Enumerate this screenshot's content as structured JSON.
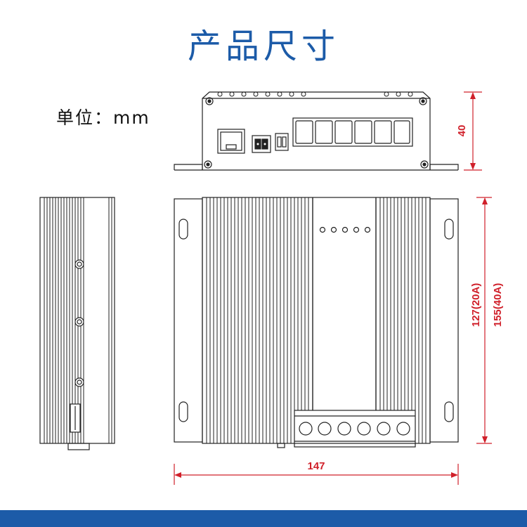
{
  "title": "产品尺寸",
  "unit_label": "单位：mm",
  "dimensions": {
    "height": "40",
    "width": "147",
    "depth_20a": "127(20A)",
    "depth_40a": "155(40A)"
  },
  "colors": {
    "title": "#1c5ba8",
    "dimension": "#d0202a",
    "line": "#222222",
    "footer": "#1c5ba8"
  }
}
